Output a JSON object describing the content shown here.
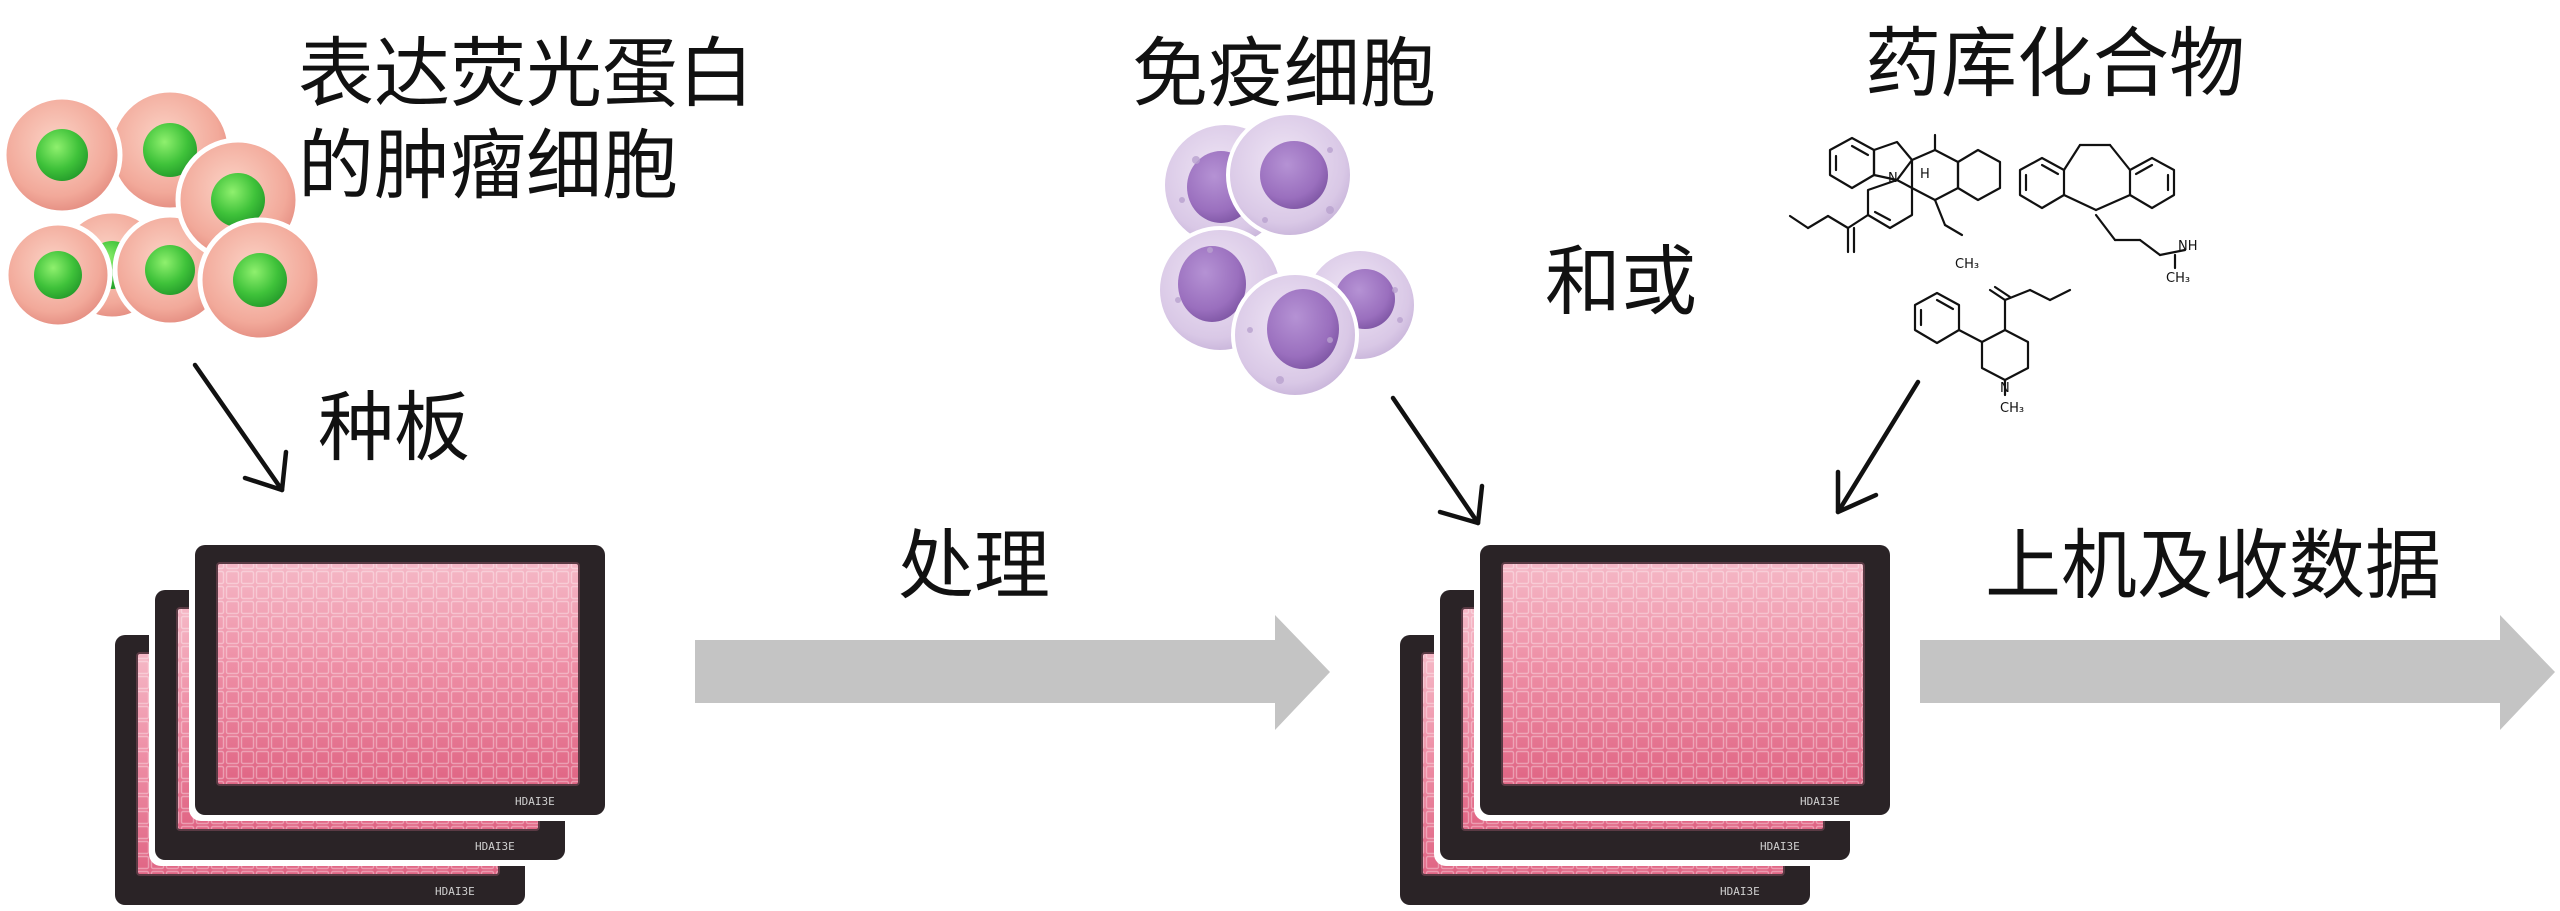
{
  "labels": {
    "tumor_cells_line1": "表达荧光蛋白",
    "tumor_cells_line2": "的肿瘤细胞",
    "seeding": "种板",
    "treatment": "处理",
    "immune_cells": "免疫细胞",
    "and_or": "和或",
    "library_compounds": "药库化合物",
    "run_and_collect": "上机及收数据"
  },
  "molecule_text": {
    "m1_methyl": "CH₃",
    "m2_amine": "NH",
    "m2_methyl": "CH₃",
    "m3_methyl": "CH₃",
    "m3_n": "N",
    "m1_h": "H",
    "m1_n": "N"
  },
  "plate_text": "HDAI3E",
  "colors": {
    "tumor_cell_body": "#f2a99a",
    "tumor_nucleus": "#3fc23a",
    "immune_cell_body": "#d9c8e6",
    "immune_nucleus": "#9a6fbe",
    "plate_frame": "#2a2326",
    "plate_wells": "#e8758f",
    "arrow_gray": "#c4c4c4",
    "pointer_arrow": "#111111"
  }
}
